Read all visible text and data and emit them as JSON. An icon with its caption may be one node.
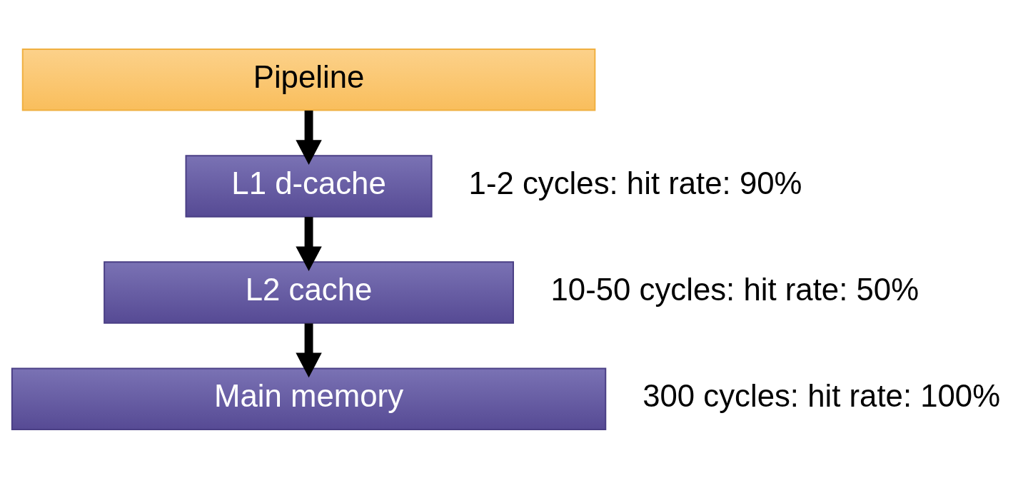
{
  "diagram": {
    "nodes": [
      {
        "text": [
          "Pipeline"
        ]
      },
      {
        "text": [
          "L1 d-cache"
        ],
        "beside": [
          "1-2 cycles: hit rate: 90%"
        ]
      },
      {
        "text": [
          "L2 cache"
        ],
        "beside": [
          "10-50 cycles: hit rate: 50%"
        ]
      },
      {
        "text": [
          "Main memory"
        ],
        "beside": [
          "300 cycles: hit rate: 100%"
        ]
      }
    ],
    "edges": [
      {
        "from": 0,
        "to": 1,
        "arrow": "to"
      },
      {
        "from": 1,
        "to": 2,
        "arrow": "to"
      },
      {
        "from": 2,
        "to": 3,
        "arrow": "to"
      }
    ]
  }
}
